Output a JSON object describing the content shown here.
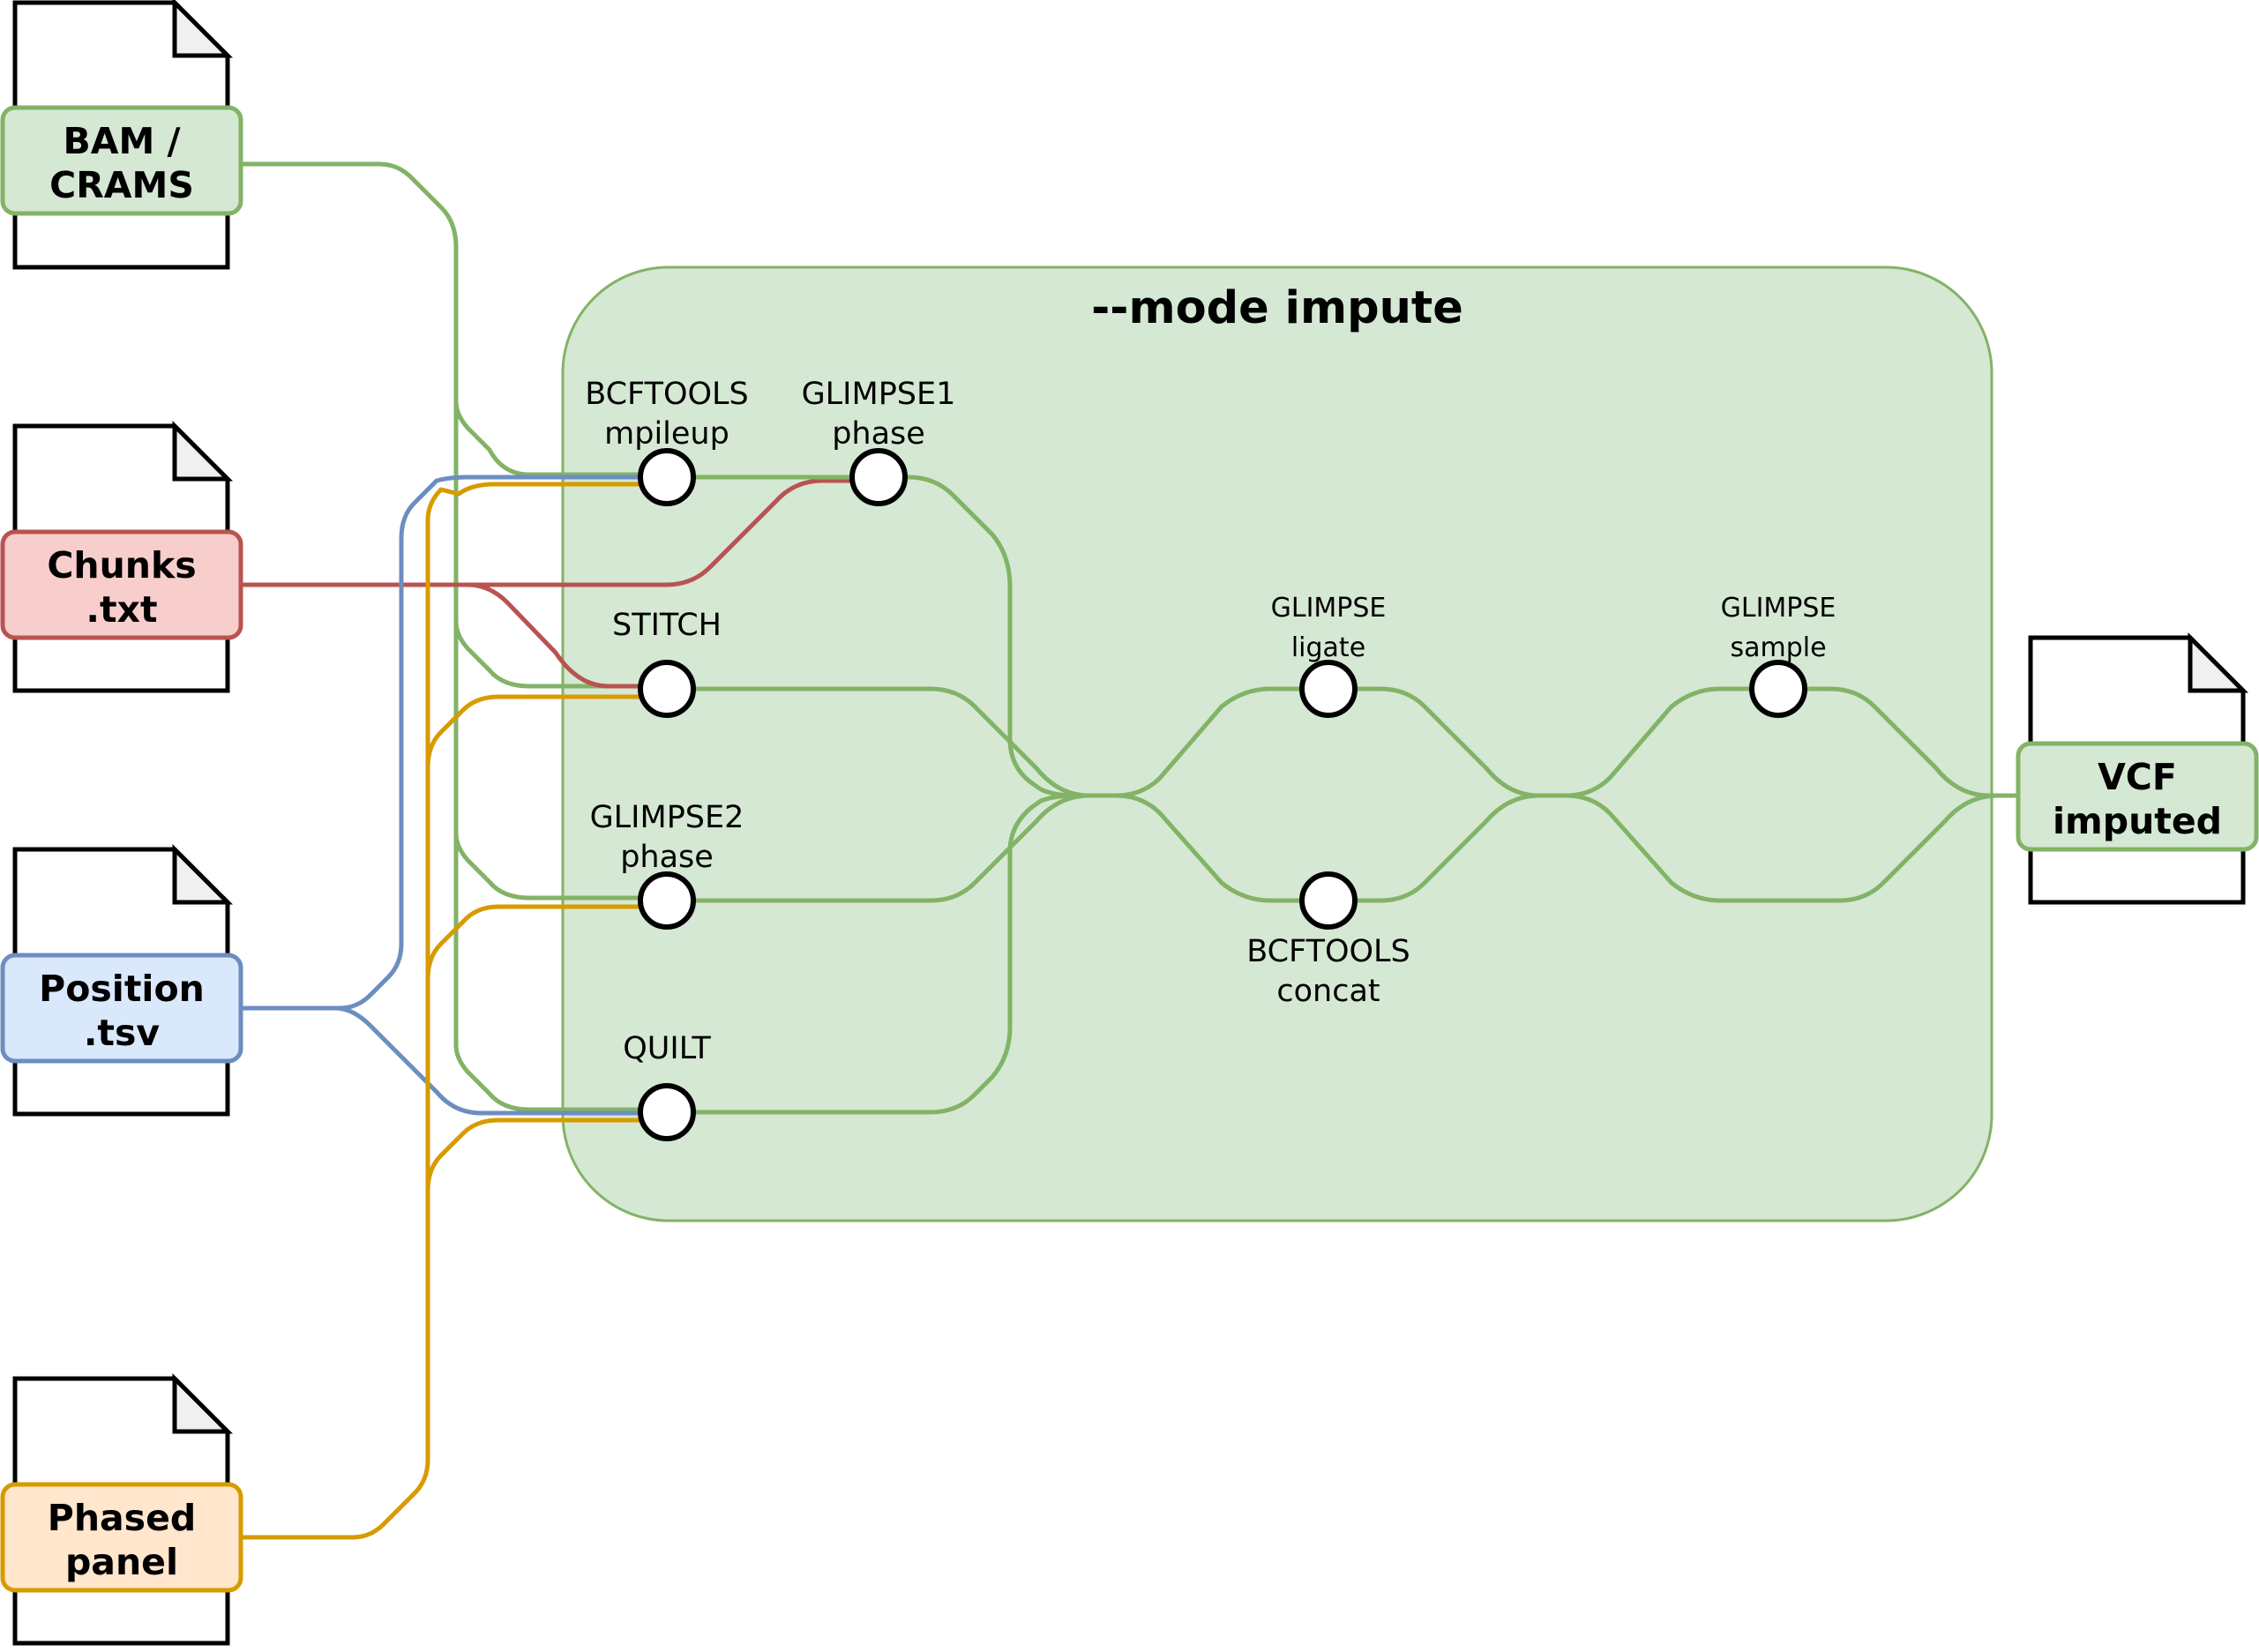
{
  "title": "--mode impute",
  "colors": {
    "green": "#82b366",
    "red": "#b85450",
    "blue": "#6c8ebf",
    "orange": "#d79b00",
    "green_fill": "#d5e8d4",
    "red_fill": "#f8cecc",
    "blue_fill": "#dae8fc",
    "orange_fill": "#ffe6cc"
  },
  "inputs": [
    {
      "line1": "BAM /",
      "line2": "CRAMS",
      "color": "green"
    },
    {
      "line1": "Chunks",
      "line2": ".txt",
      "color": "red"
    },
    {
      "line1": "Position",
      "line2": ".tsv",
      "color": "blue"
    },
    {
      "line1": "Phased",
      "line2": "panel",
      "color": "orange"
    }
  ],
  "output": {
    "line1": "VCF",
    "line2": "imputed",
    "color": "green"
  },
  "steps": {
    "mpileup": {
      "line1": "BCFTOOLS",
      "line2": "mpileup"
    },
    "glimpse1": {
      "line1": "GLIMPSE1",
      "line2": "phase"
    },
    "stitch": {
      "line1": "STITCH"
    },
    "glimpse2": {
      "line1": "GLIMPSE2",
      "line2": "phase"
    },
    "quilt": {
      "line1": "QUILT"
    },
    "ligate": {
      "line1": "GLIMPSE",
      "line2": "ligate"
    },
    "concat": {
      "line1": "BCFTOOLS",
      "line2": "concat"
    },
    "sample": {
      "line1": "GLIMPSE",
      "line2": "sample"
    }
  }
}
